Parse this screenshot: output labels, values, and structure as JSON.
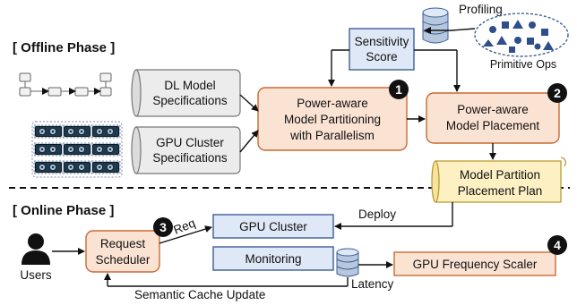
{
  "phases": {
    "offline": "[ Offline Phase ]",
    "online": "[ Online Phase ]"
  },
  "profiling": {
    "label": "Profiling",
    "primitive_ops": "Primitive Ops"
  },
  "sensitivity": {
    "line1": "Sensitivity",
    "line2": "Score"
  },
  "dl_model_spec": {
    "line1": "DL Model",
    "line2": "Specifications"
  },
  "gpu_cluster_spec": {
    "line1": "GPU Cluster",
    "line2": "Specifications"
  },
  "partitioning": {
    "line1": "Power-aware",
    "line2": "Model Partitioning",
    "line3": "with Parallelism",
    "badge": "1"
  },
  "placement": {
    "line1": "Power-aware",
    "line2": "Model Placement",
    "badge": "2"
  },
  "plan": {
    "line1": "Model Partition",
    "line2": "Placement Plan"
  },
  "online": {
    "users": "Users",
    "request_scheduler_line1": "Request",
    "request_scheduler_line2": "Scheduler",
    "scheduler_badge": "3",
    "req": "Req",
    "gpu_cluster": "GPU Cluster",
    "monitoring": "Monitoring",
    "deploy": "Deploy",
    "latency": "Latency",
    "gpu_frequency_scaler": "GPU Frequency Scaler",
    "scaler_badge": "4",
    "semantic_cache_update": "Semantic Cache Update"
  },
  "colors": {
    "orange_fill": "#fbe3d3",
    "orange_stroke": "#c96a33",
    "blue_fill": "#dfe8f6",
    "blue_stroke": "#3c5f94",
    "scroll_fill": "#ececec",
    "plan_fill": "#fdf1c4",
    "badge_fill": "#111111"
  }
}
